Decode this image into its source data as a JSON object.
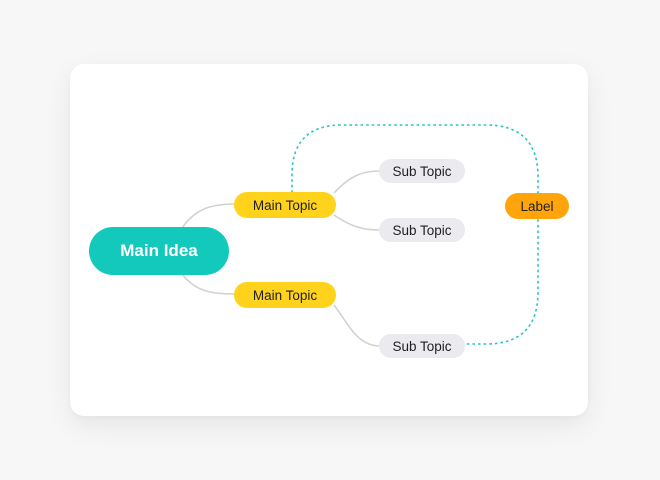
{
  "diagram": {
    "root": {
      "text": "Main Idea"
    },
    "main_topics": [
      {
        "text": "Main Topic"
      },
      {
        "text": "Main Topic"
      }
    ],
    "sub_topics": [
      {
        "text": "Sub Topic"
      },
      {
        "text": "Sub Topic"
      },
      {
        "text": "Sub Topic"
      }
    ],
    "label": {
      "text": "Label"
    }
  },
  "colors": {
    "background": "#f7f7f7",
    "card": "#ffffff",
    "main_idea": "#12c9bb",
    "main_topic": "#ffd21c",
    "sub_topic": "#ebebef",
    "label": "#ffa40b",
    "connector": "#d2d2d2",
    "relationship_line": "#28c6bb"
  }
}
